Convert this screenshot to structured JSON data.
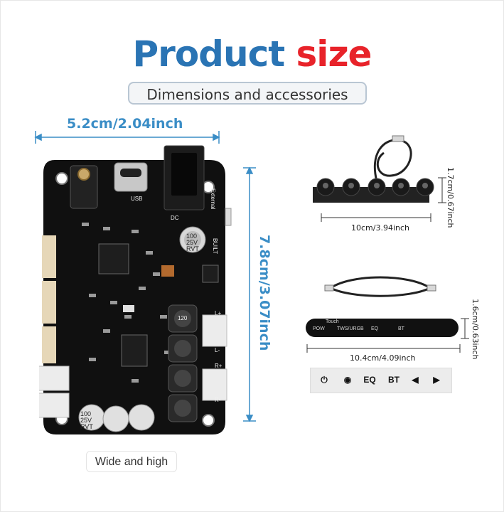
{
  "title": {
    "word1": "Product",
    "word2": "size"
  },
  "subtitle": "Dimensions and accessories",
  "board": {
    "width_label": "5.2cm/2.04inch",
    "height_label": "7.8cm/3.07inch",
    "caption": "Wide and high",
    "silkscreen": {
      "usb": "USB",
      "dc": "DC",
      "external": "External",
      "built": "BUILT",
      "cap_top": [
        "100",
        "25V",
        "RVT"
      ],
      "cap_bottom": [
        "100",
        "25V",
        "RVT"
      ],
      "inductor": "120",
      "l_plus": "L+",
      "l_minus": "L-",
      "r_plus": "R+",
      "r_minus": "R-"
    }
  },
  "knob_board": {
    "width_label": "10cm/3.94inch",
    "height_label": "1.7cm/0.67inch"
  },
  "touch_panel": {
    "width_label": "10.4cm/4.09inch",
    "height_label": "1.6cm/0.63inch",
    "labels": {
      "touch": "Touch",
      "pow": "POW",
      "tws": "TWS/URGB",
      "eq": "EQ",
      "bt": "BT"
    },
    "sticker_keys": {
      "eq": "EQ",
      "bt": "BT"
    }
  },
  "colors": {
    "title_blue": "#2a74b4",
    "title_red": "#e8232a",
    "dimension_blue": "#3a8dc6",
    "pcb": "#101010"
  },
  "icons": [
    "power-icon",
    "mode-icon",
    "prev-icon",
    "next-icon"
  ]
}
